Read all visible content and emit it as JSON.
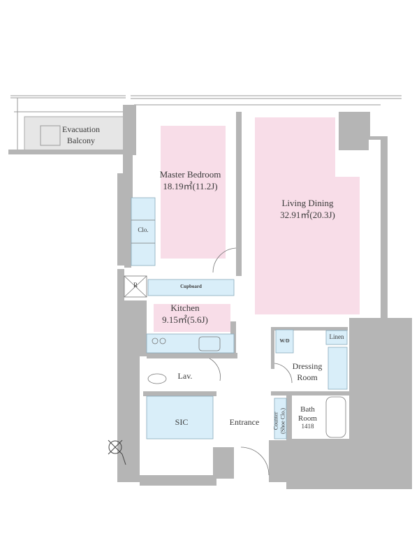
{
  "title": "Floor plan",
  "rooms": {
    "evacuation_balcony": {
      "name_line1": "Evacuation",
      "name_line2": "Balcony"
    },
    "master_bedroom": {
      "name": "Master Bedroom",
      "area": "18.19㎡(11.2J)"
    },
    "living_dining": {
      "name": "Living Dining",
      "area": "32.91㎡(20.3J)"
    },
    "kitchen": {
      "name": "Kitchen",
      "area": "9.15㎡(5.6J)"
    },
    "closet": {
      "name": "Clo."
    },
    "refrigerator": {
      "name": "R"
    },
    "cupboard": {
      "name": "Cupboard"
    },
    "lavatory": {
      "name": "Lav."
    },
    "sic": {
      "name": "SIC"
    },
    "entrance": {
      "name": "Entrance"
    },
    "counter": {
      "name_line1": "Counter",
      "name_line2": "(Shoe Clo.)"
    },
    "washer_dryer": {
      "name": "W/D"
    },
    "linen": {
      "name": "Linen"
    },
    "dressing_room": {
      "name_line1": "Dressing",
      "name_line2": "Room"
    },
    "bath_room": {
      "name_line1": "Bath",
      "name_line2": "Room",
      "size": "1418"
    }
  },
  "colors": {
    "wall": "#b5b5b5",
    "room_highlight": "#f8dde8",
    "storage": "#d9eef9",
    "balcony": "#e6e6e6"
  }
}
